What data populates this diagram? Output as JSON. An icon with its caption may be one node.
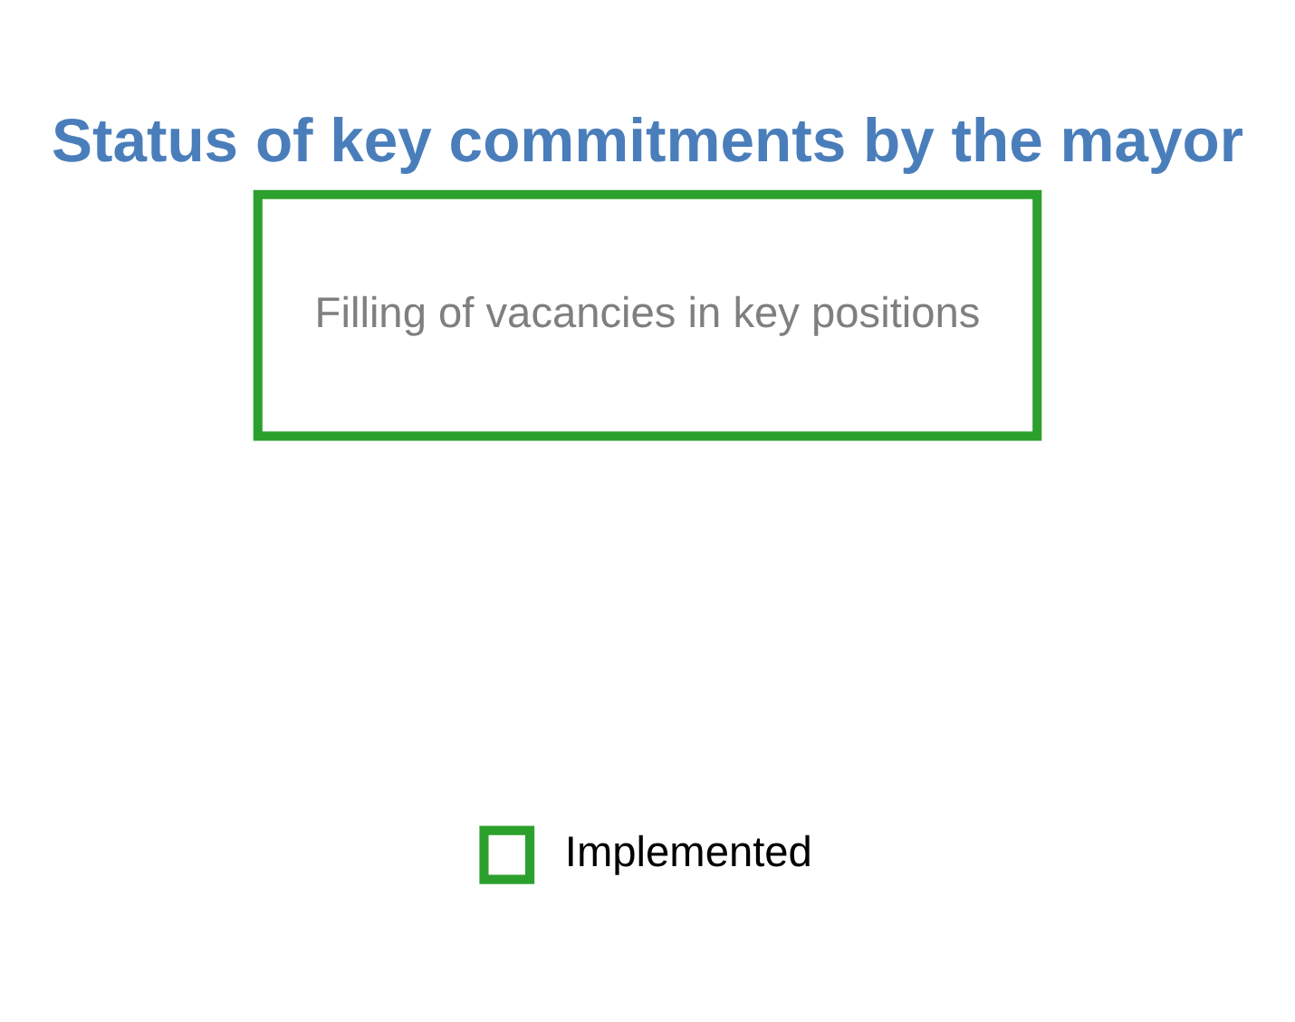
{
  "diagram": {
    "title": "Status of key commitments by the mayor",
    "nodes": [
      {
        "text": [
          "Filling of vacancies in key positions"
        ]
      }
    ],
    "legend": [
      {
        "text": "Implemented",
        "color": "#2ca02c"
      }
    ]
  }
}
